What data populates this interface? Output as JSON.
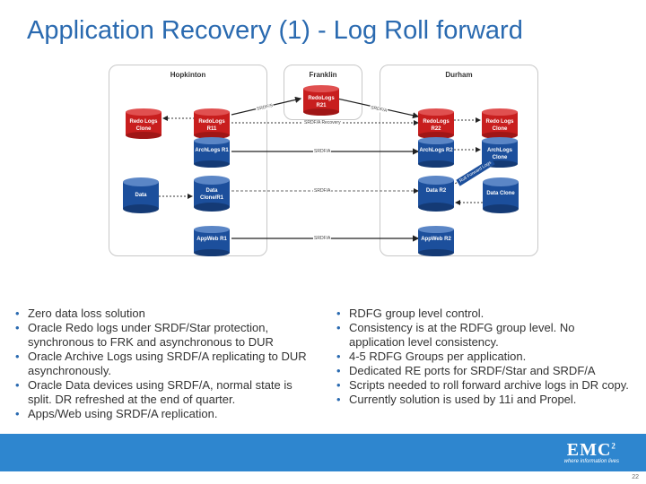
{
  "title": "Application Recovery (1) - Log Roll forward",
  "sites": {
    "hopkinton": "Hopkinton",
    "franklin": "Franklin",
    "durham": "Durham"
  },
  "nodes": {
    "redo_clone_h": "Redo Logs Clone",
    "redo_r11": "RedoLogs R11",
    "redo_r21": "RedoLogs R21",
    "redo_r22": "RedoLogs R22",
    "redo_clone_d": "Redo Logs Clone",
    "arch_r1": "ArchLogs R1",
    "arch_r2": "ArchLogs R2",
    "arch_clone": "ArchLogs Clone",
    "data_h": "Data",
    "data_clone_r1": "Data Clone/R1",
    "data_r2": "Data R2",
    "data_clone_d": "Data Clone",
    "appweb_r1": "AppWeb R1",
    "appweb_r2": "AppWeb R2"
  },
  "links": {
    "srdf_s": "SRDF/S",
    "srdf_a_top": "SRDF/A",
    "srdf_a_recovery": "SRDF/A Recovery",
    "srdf_a_arch": "SRDF/A",
    "srdf_a_data": "SRDF/A",
    "srdf_a_app": "SRDF/A",
    "roll_forward": "Roll Forward Logs"
  },
  "bullets_left": [
    "Zero data loss solution",
    "Oracle Redo logs under SRDF/Star protection, synchronous to FRK and asynchronous to DUR",
    "Oracle Archive Logs using SRDF/A replicating to DUR asynchronously.",
    "Oracle Data devices using SRDF/A, normal state is split. DR refreshed at the end of quarter.",
    "Apps/Web using SRDF/A replication."
  ],
  "bullets_right": [
    "RDFG group level control.",
    "Consistency is at the RDFG group level.  No application level consistency.",
    "4-5 RDFG Groups per application.",
    "Dedicated RE ports for SRDF/Star and SRDF/A",
    "Scripts needed to roll forward archive logs in DR copy.",
    "Currently solution is used by 11i and Propel."
  ],
  "logo": {
    "brand": "EMC",
    "sup": "2",
    "tag": "where information lives"
  },
  "page_number": "22",
  "colors": {
    "red": "#c81e1e",
    "blue": "#1c4f9c",
    "accent": "#2a6ab0",
    "footer": "#2e86cf"
  }
}
